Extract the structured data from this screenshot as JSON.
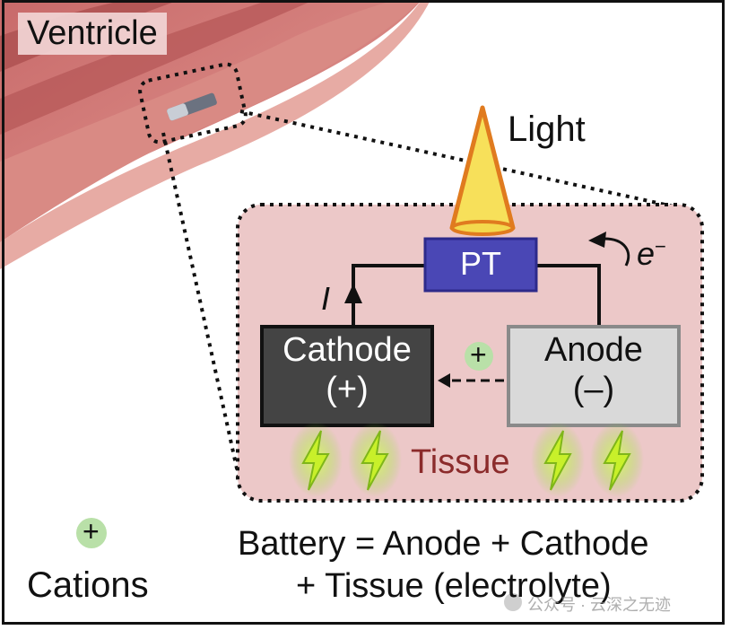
{
  "labels": {
    "ventricle": "Ventricle",
    "light": "Light",
    "electron": "e",
    "electron_sup": "−",
    "current": "I",
    "pt": "PT",
    "cathode_line1": "Cathode",
    "cathode_line2": "(+)",
    "anode_line1": "Anode",
    "anode_line2": "(–)",
    "plus": "+",
    "tissue": "Tissue",
    "cations": "Cations",
    "formula_line1": "Battery = Anode + Cathode",
    "formula_line2": "+ Tissue (electrolyte)"
  },
  "watermark": "公众号 · 云深之无迹",
  "colors": {
    "tissue_bg": "#ecc8c8",
    "pt_fill": "#4a47b5",
    "cathode_fill": "#444444",
    "anode_fill": "#d9d9d9",
    "light_fill": "#f7e05a",
    "light_stroke": "#e07b1f",
    "cation_fill": "#b9e0a8",
    "bolt_fill": "#c8f02a",
    "tissue_text": "#8b2b2b"
  }
}
